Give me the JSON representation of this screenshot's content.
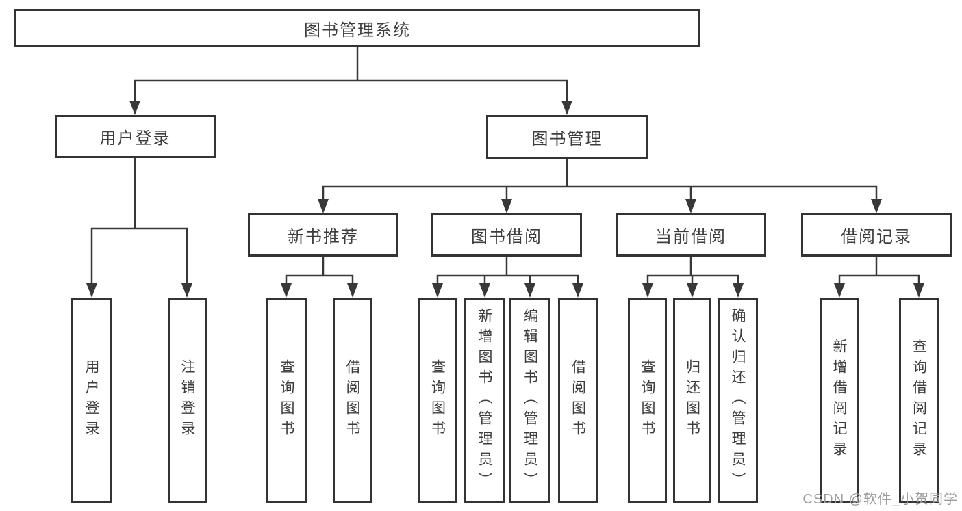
{
  "diagram": {
    "root": {
      "label": "图书管理系统"
    },
    "branches": {
      "user_login": {
        "label": "用户登录",
        "children": [
          {
            "label": "用户登录"
          },
          {
            "label": "注销登录"
          }
        ]
      },
      "book_management": {
        "label": "图书管理",
        "sections": {
          "new_book_recommend": {
            "label": "新书推荐",
            "children": [
              {
                "label": "查询图书"
              },
              {
                "label": "借阅图书"
              }
            ]
          },
          "book_borrowing": {
            "label": "图书借阅",
            "children": [
              {
                "label": "查询图书"
              },
              {
                "label": "新增图书（管理员）"
              },
              {
                "label": "编辑图书（管理员）"
              },
              {
                "label": "借阅图书"
              }
            ]
          },
          "current_borrowing": {
            "label": "当前借阅",
            "children": [
              {
                "label": "查询图书"
              },
              {
                "label": "归还图书"
              },
              {
                "label": "确认归还（管理员）"
              }
            ]
          },
          "borrowing_records": {
            "label": "借阅记录",
            "children": [
              {
                "label": "新增借阅记录"
              },
              {
                "label": "查询借阅记录"
              }
            ]
          }
        }
      }
    }
  },
  "watermark": {
    "text": "CSDN @软件_小贺同学"
  },
  "colors": {
    "line": "#383838",
    "box_border": "#333333",
    "text": "#3d3d3d",
    "watermark": "#9c9c9c",
    "background": "#ffffff"
  }
}
